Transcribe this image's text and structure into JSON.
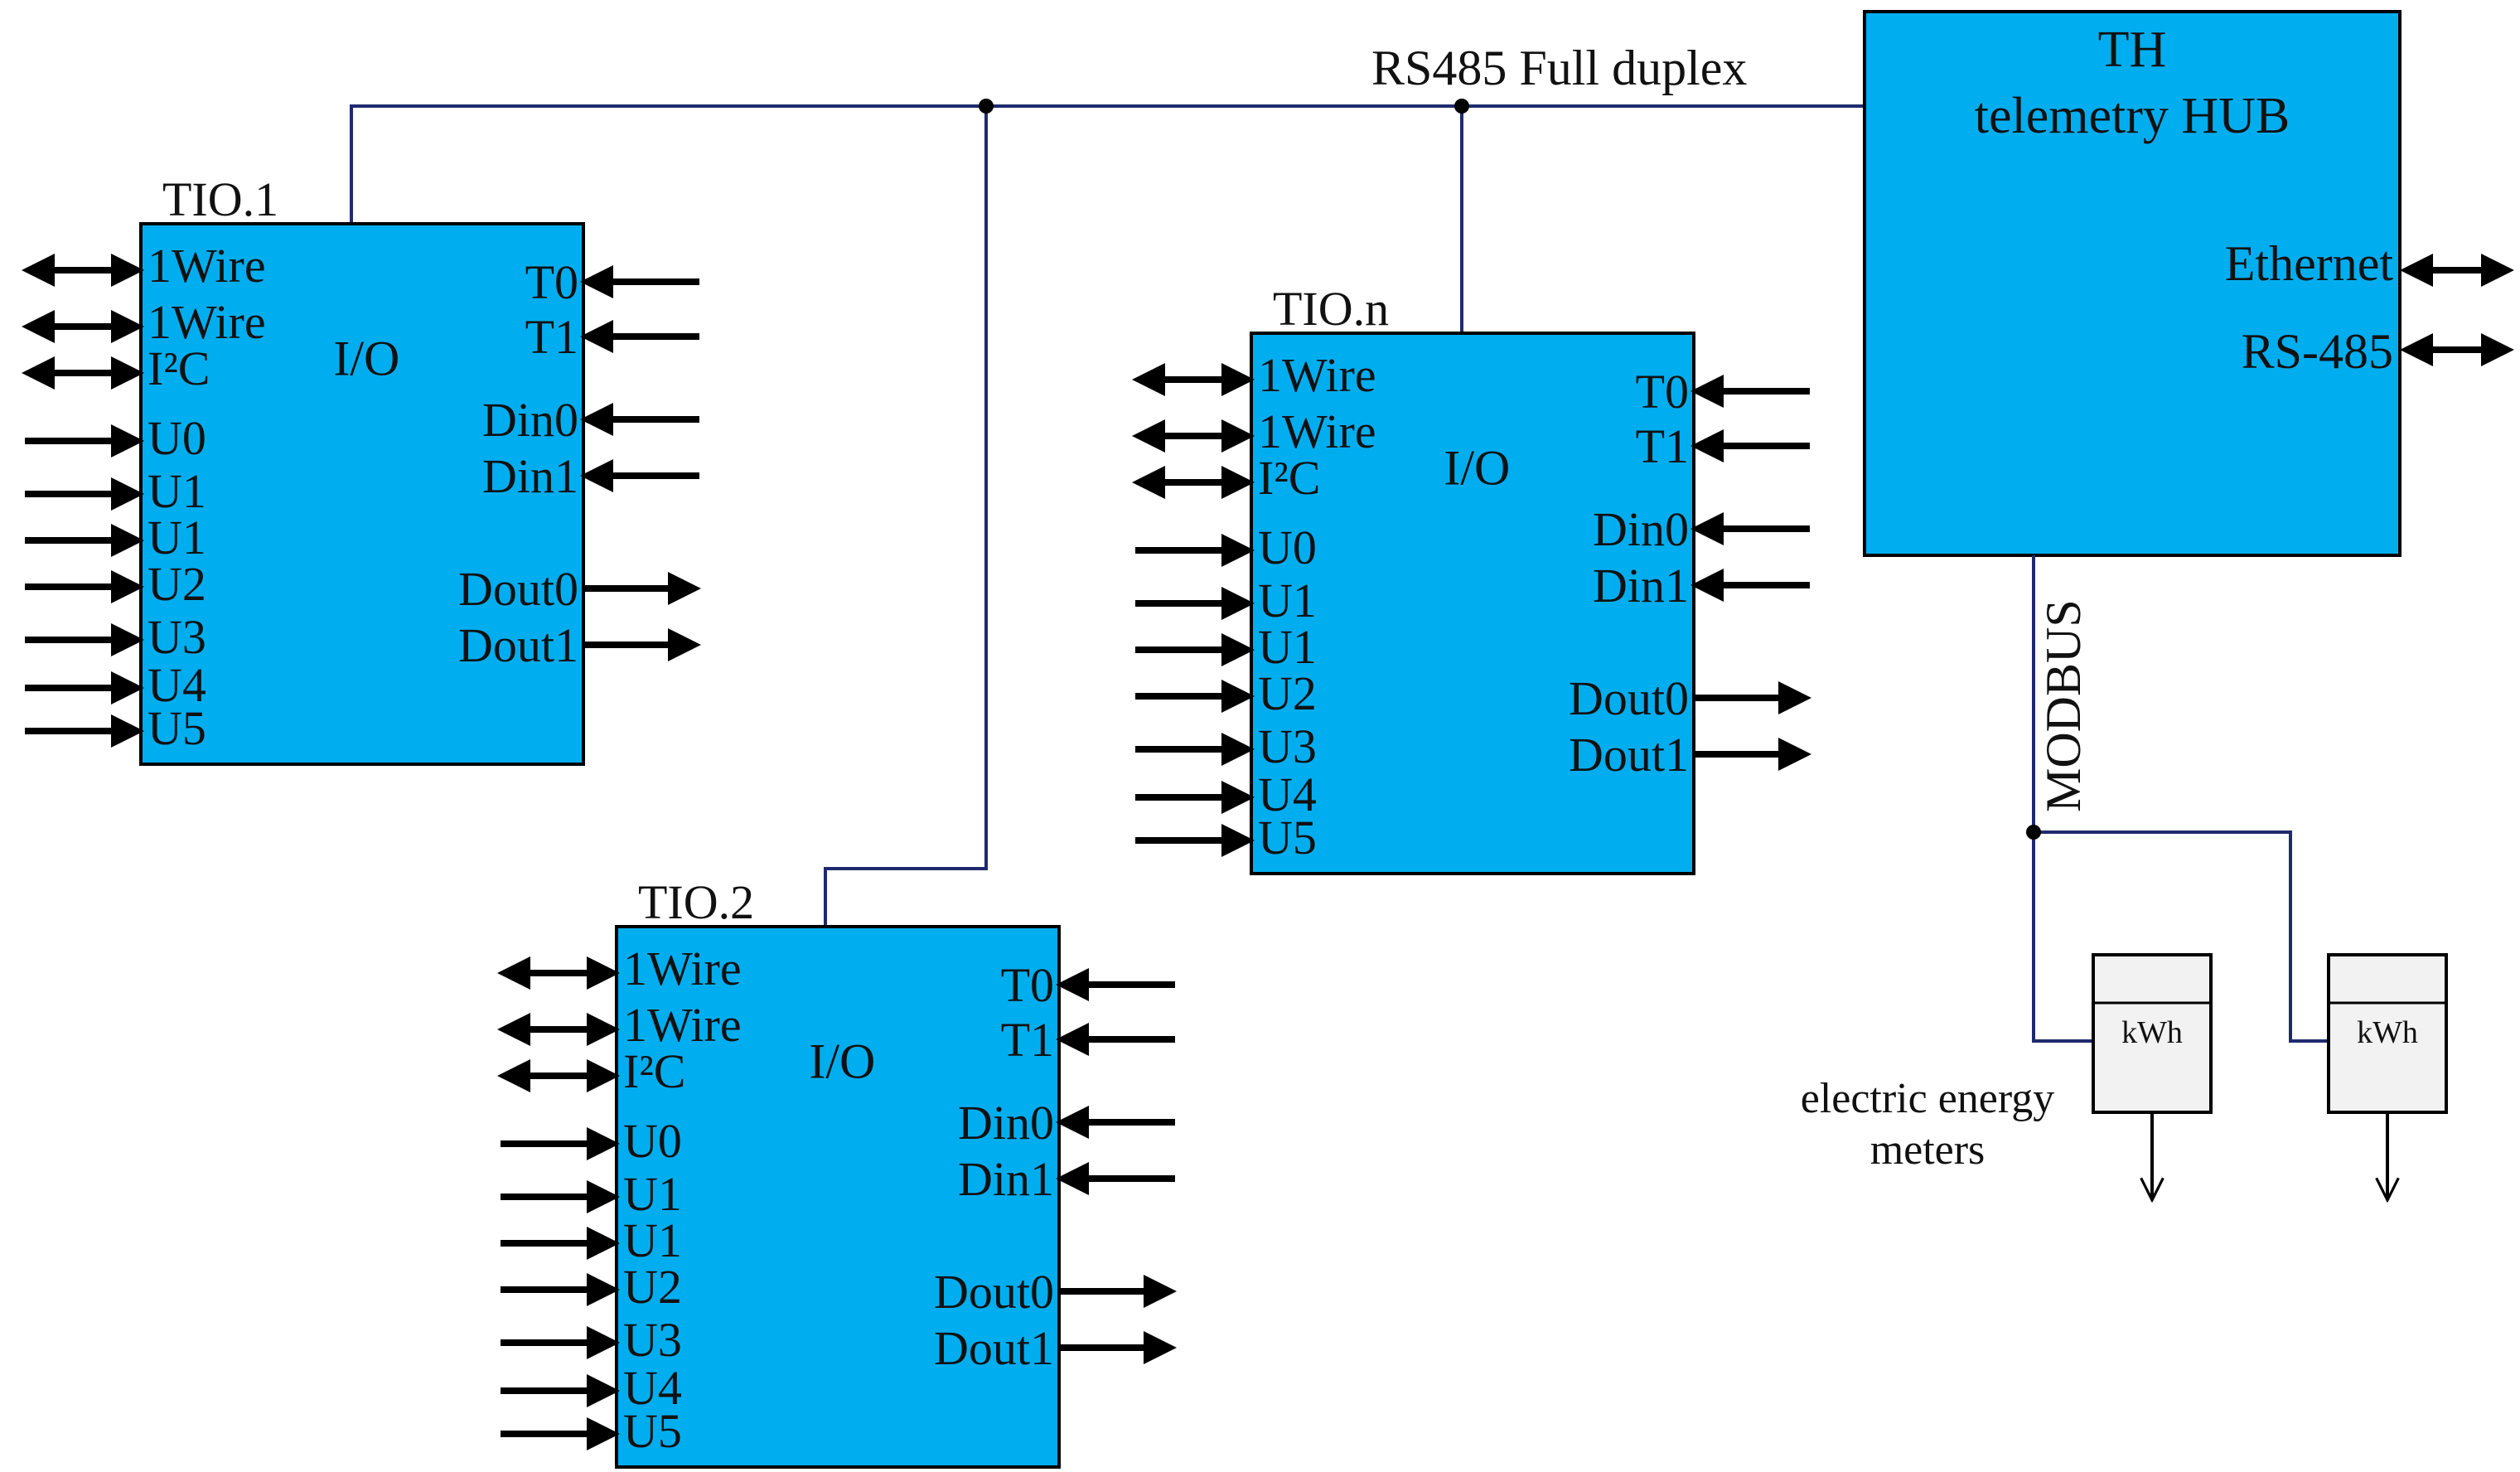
{
  "colors": {
    "block_fill": "#00AEEF",
    "bus_line": "#1F2A6E",
    "arrow": "#000000",
    "meter_fill": "#F2F2F2"
  },
  "bus": {
    "label": "RS485 Full duplex"
  },
  "hub": {
    "line1": "TH",
    "line2": "telemetry HUB",
    "ports": [
      "Ethernet",
      "RS-485"
    ],
    "modbus_label": "MODBUS"
  },
  "modules": [
    {
      "title": "TIO.1",
      "center_label": "I/O",
      "left_bidir": [
        "1Wire",
        "1Wire",
        "I²C"
      ],
      "left_in": [
        "U0",
        "U1",
        "U1",
        "U2",
        "U3",
        "U4",
        "U5"
      ],
      "right_in": [
        "T0",
        "T1",
        "Din0",
        "Din1"
      ],
      "right_out": [
        "Dout0",
        "Dout1"
      ]
    },
    {
      "title": "TIO.2",
      "center_label": "I/O",
      "left_bidir": [
        "1Wire",
        "1Wire",
        "I²C"
      ],
      "left_in": [
        "U0",
        "U1",
        "U1",
        "U2",
        "U3",
        "U4",
        "U5"
      ],
      "right_in": [
        "T0",
        "T1",
        "Din0",
        "Din1"
      ],
      "right_out": [
        "Dout0",
        "Dout1"
      ]
    },
    {
      "title": "TIO.n",
      "center_label": "I/O",
      "left_bidir": [
        "1Wire",
        "1Wire",
        "I²C"
      ],
      "left_in": [
        "U0",
        "U1",
        "U1",
        "U2",
        "U3",
        "U4",
        "U5"
      ],
      "right_in": [
        "T0",
        "T1",
        "Din0",
        "Din1"
      ],
      "right_out": [
        "Dout0",
        "Dout1"
      ]
    }
  ],
  "meters": [
    {
      "label": "kWh"
    },
    {
      "label": "kWh"
    }
  ],
  "meters_caption": [
    "electric energy",
    "meters"
  ]
}
